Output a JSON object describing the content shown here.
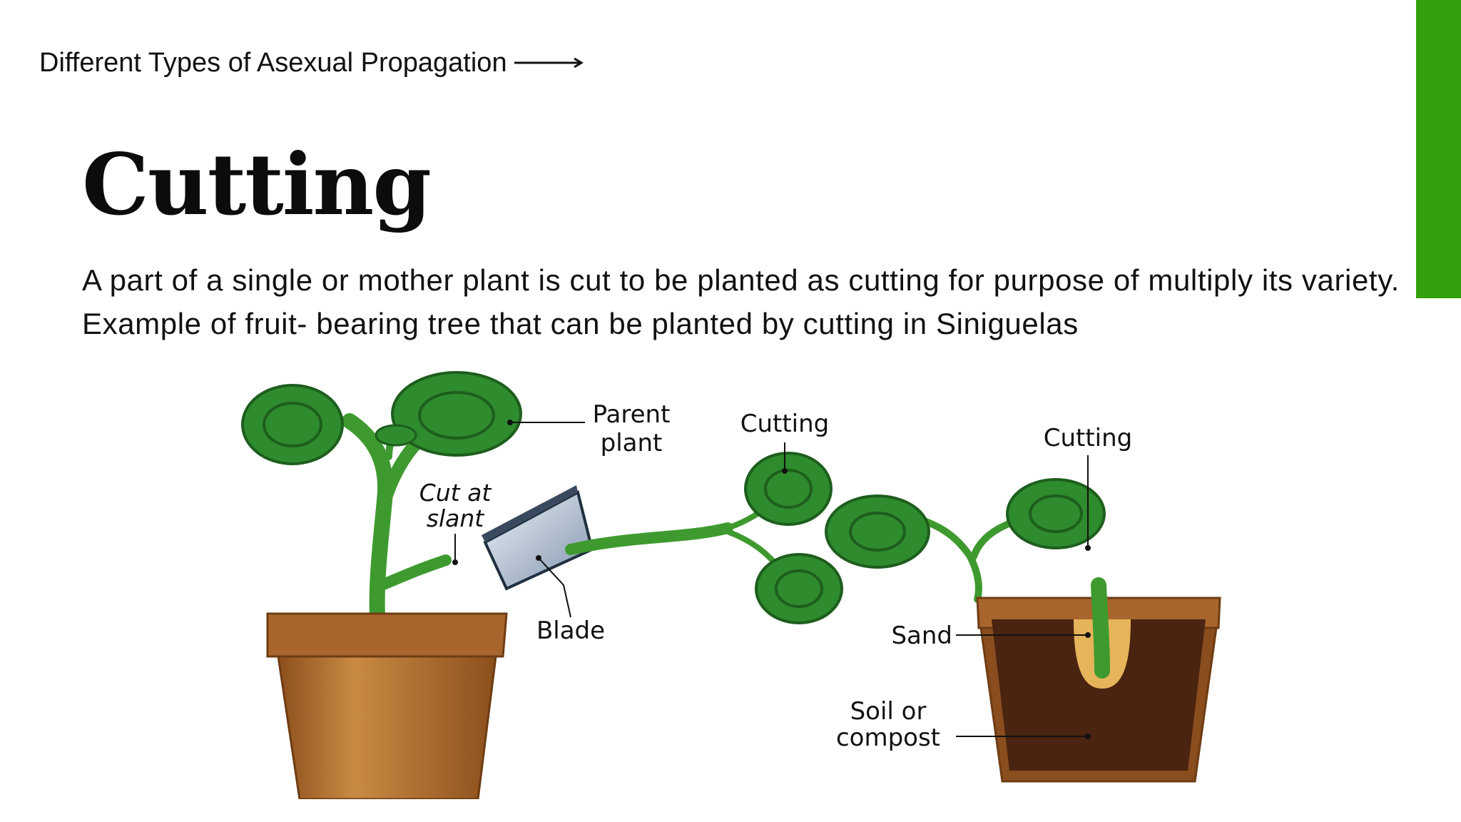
{
  "header": {
    "breadcrumb": "Different Types of Asexual Propagation",
    "arrow_icon": "long-right-arrow-icon"
  },
  "slide": {
    "title": "Cutting",
    "description": "A part of a single or mother plant is cut to be planted as cutting for purpose of multiply its variety. Example of fruit- bearing tree that can be planted by cutting in Siniguelas"
  },
  "diagram": {
    "labels": {
      "parent_plant_line1": "Parent",
      "parent_plant_line2": "plant",
      "cut_at_slant_line1": "Cut at",
      "cut_at_slant_line2": "slant",
      "blade": "Blade",
      "cutting_detached": "Cutting",
      "cutting_potted": "Cutting",
      "sand": "Sand",
      "soil_line1": "Soil or",
      "soil_line2": "compost"
    }
  },
  "colors": {
    "accent": "#34a10c",
    "leaf": "#2e8b2e",
    "leaf_dark": "#1d5e1d",
    "stem": "#3e9a2e",
    "pot": "#b06a2c",
    "soil": "#4a2410",
    "sand": "#e6b45a"
  }
}
